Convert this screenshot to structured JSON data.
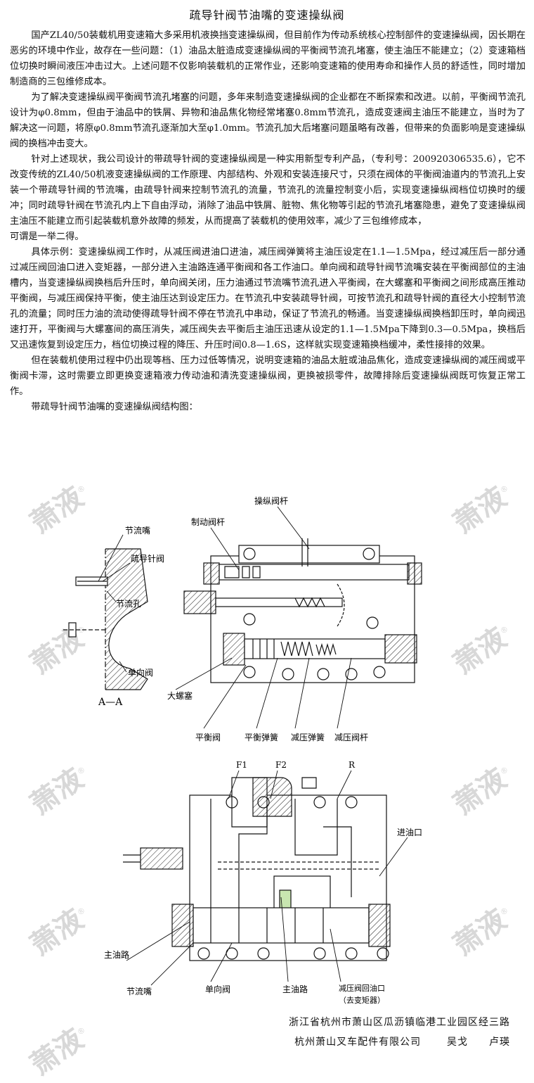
{
  "title": "疏导针阀节油嘴的变速操纵阀",
  "paragraphs": [
    "国产ZL40/50装载机用变速箱大多采用机液换挡变速操纵阀，但目前作为传动系统核心控制部件的变速操纵阀，因长期在恶劣的环境中作业，故存在一些问题：（1）油品太脏造成变速操纵阀的平衡阀节流孔堵塞，使主油压不能建立；（2）变速箱档位切换时瞬间液压冲击过大。上述问题不仅影响装载机的正常作业，还影响变速箱的使用寿命和操作人员的舒适性，同时增加制造商的三包维修成本。",
    "为了解决变速操纵阀平衡阀节流孔堵塞的问题，多年来制造变速操纵阀的企业都在不断探索和改进。以前，平衡阀节流孔设计为φ0.8mm，但由于油品中的铁屑、异物和油品焦化物经常堵塞0.8mm节流孔，造成变速阀主油压不能建立，当时为了解决这一问题，将原φ0.8mm节流孔逐渐加大至φ1.0mm。节流孔加大后堵塞问题虽略有改善，但带来的负面影响是变速操纵阀的换档冲击变大。",
    "针对上述现状，我公司设计的带疏导针阀的变速操纵阀是一种实用新型专利产品，（专利号：200920306535.6），它不改变传统的ZL40/50机液变速操纵阀的工作原理、内部结构、外观和安装连接尺寸，只须在阀体的平衡阀油道内的节流孔上安装一个带疏导针阀的节流嘴，由疏导针阀来控制节流孔的流量，节流孔的流量控制变小后，实现变速操纵阀档位切换时的缓冲；同时疏导针阀在节流孔内上下自由浮动，消除了油品中铁屑、脏物、焦化物等引起的节流孔堵塞隐患，避免了变速操纵阀主油压不能建立而引起装载机意外故障的频发，从而提高了装载机的使用效率，减少了三包维修成本，",
    "可谓是一举二得。",
    "具体示例：变速操纵阀工作时，从减压阀进油口进油，减压阀弹簧将主油压设定在1.1—1.5Mpa，经过减压后一部分通过减压阀回油口进入变矩器，一部分进入主油路连通平衡阀和各工作油口。单向阀和疏导针阀节流嘴安装在平衡阀部位的主油槽内，当变速操纵阀换档后升压时，单向阀关闭，压力油通过节流嘴节流孔进入平衡阀，在大螺塞和平衡阀之间形成高压推动平衡阀，与减压阀保持平衡，使主油压达到设定压力。在节流孔中安装疏导针阀，可按节流孔和疏导针阀的直径大小控制节流孔的流量；同时压力油的流动使得疏导针阀不停在节流孔中串动，保证了节流孔的畅通。当变速操纵阀换档卸压时，单向阀迅速打开，平衡阀与大螺塞间的高压消失，减压阀失去平衡后主油压迅速从设定的1.1—1.5Mpa下降到0.3—0.5Mpa，换档后又迅速恢复到设定压力，档位切换过程的降压、升压时间0.8—1.6S，这样就实现变速箱换档缓冲，柔性接排的效果。",
    "但在装载机使用过程中仍出现等档、压力过低等情况，说明变速箱的油品太脏或油品焦化，造成变速操纵阀的减压阀或平衡阀卡滞，这时需要立即更换变速箱液力传动油和清洗变速操纵阀，更换被损零件，故障排除后变速操纵阀既可恢复正常工作。",
    "带疏导针阀节油嘴的变速操纵阀结构图："
  ],
  "figure1": {
    "section_title": "A—A",
    "labels": {
      "throttle_nozzle": "节流嘴",
      "needle_valve": "疏导针阀",
      "throttle_hole": "节流孔",
      "check_valve": "单向阀",
      "big_plug": "大螺塞",
      "control_rod": "操纵阀杆",
      "brake_rod": "制动阀杆",
      "balance_valve": "平衡阀",
      "balance_spring": "平衡弹簧",
      "reducing_spring": "减压弹簧",
      "reducing_rod": "减压阀杆"
    }
  },
  "figure2": {
    "labels": {
      "f1": "F1",
      "f2": "F2",
      "r": "R",
      "oil_inlet": "进油口",
      "main_oil_left": "主油路",
      "throttle_nozzle": "节流嘴",
      "check_valve": "单向阀",
      "main_oil_bottom": "主油路",
      "return_port": "减压阀回油口",
      "to_converter": "（去变矩器）"
    }
  },
  "watermark": {
    "text": "萧液",
    "mark": "®"
  },
  "footer": {
    "address": "浙江省杭州市萧山区瓜沥镇临港工业园区经三路",
    "company": "杭州萧山叉车配件有限公司",
    "authors": "吴戈　　卢瑛"
  }
}
